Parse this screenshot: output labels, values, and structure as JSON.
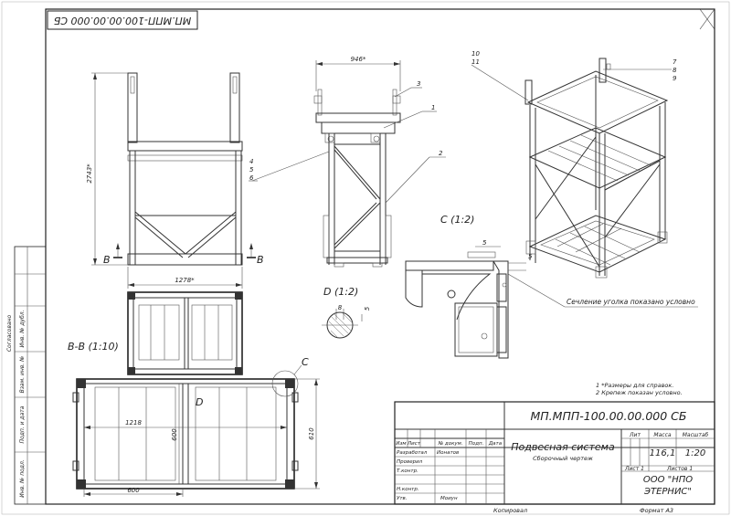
{
  "stamp": {
    "designation": "МП.МПП-100.00.00.000 СБ",
    "designation_rotated": "МП.МПП-100.00.00.000 СБ",
    "title": "Подвесная система",
    "subtitle": "Сборочный чертеж",
    "mass": "116,1",
    "scale": "1:20",
    "headers": {
      "lit": "Лит",
      "mass": "Масса",
      "scale": "Масштаб",
      "izm": "Изм",
      "list": "Лист",
      "ndoc": "№ докум.",
      "sign": "Подп.",
      "date": "Дата"
    },
    "sheet": "Лист  1",
    "sheets": "Листов  1",
    "rows": [
      {
        "role": "Разработал",
        "name": "Ионатов"
      },
      {
        "role": "Проверил",
        "name": ""
      },
      {
        "role": "Т.контр.",
        "name": ""
      },
      {
        "role": "Н.контр.",
        "name": ""
      },
      {
        "role": "Утв.",
        "name": "Моиун"
      }
    ],
    "company_line1": "ООО \"НПО",
    "company_line2": "ЭТЕРНИС\"",
    "copied": "Копировал",
    "format": "Формат А3"
  },
  "side_strip": [
    "Инв. № подл.",
    "Подп. и дата",
    "Взам. инв. №",
    "Инв. № дубл.",
    "Согласовано"
  ],
  "notes": [
    "1 *Размеры для справок.",
    "2 Крепеж показан условно."
  ],
  "section_labels": {
    "bb": "В-В (1:10)",
    "c": "С (1:2)",
    "d": "D (1:2)",
    "b_left": "В",
    "b_right": "В",
    "c_mark": "C",
    "d_mark": "D"
  },
  "callout_text": "Сечление уголка показано условно",
  "dims": {
    "width_top": "946*",
    "height": "2743*",
    "width_front": "1278*",
    "plan_inner": "1218",
    "plan_600_v": "600",
    "plan_600_h": "600",
    "plan_610": "610",
    "c_5a": "5",
    "c_5b": "5",
    "d_8": "8",
    "d_5": "5"
  },
  "positions": {
    "p1": "1",
    "p2": "2",
    "p3": "3",
    "p4": "4",
    "p5": "5",
    "p6": "6",
    "p7": "7",
    "p8": "8",
    "p9": "9",
    "p10": "10",
    "p11": "11"
  }
}
